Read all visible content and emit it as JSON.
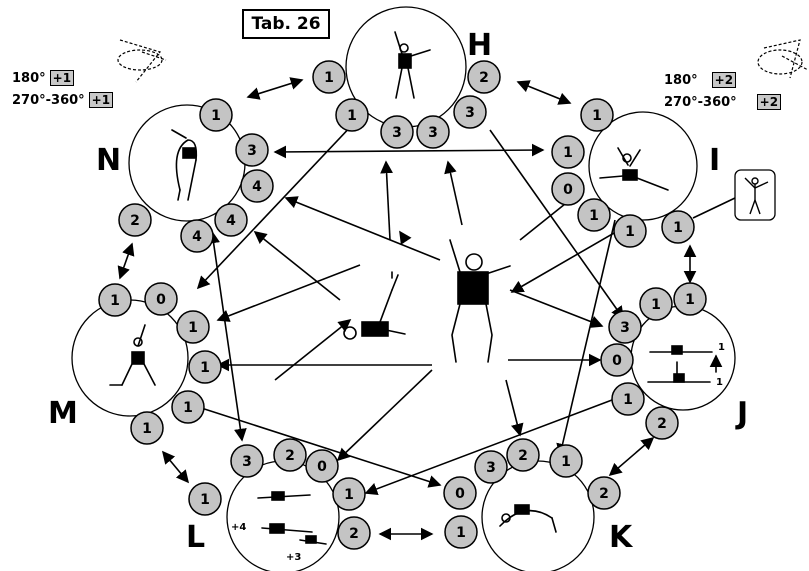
{
  "table_label": "Tab. 26",
  "stations": {
    "H": "H",
    "I": "I",
    "J": "J",
    "K": "K",
    "L": "L",
    "M": "M",
    "N": "N"
  },
  "left_rotation": {
    "line1_angle": "180°",
    "line1_bonus": "+1",
    "line2_angle": "270°-360°",
    "line2_bonus": "+1"
  },
  "right_rotation": {
    "line1_angle": "180°",
    "line1_bonus": "+2",
    "line2_angle": "270°-360°",
    "line2_bonus": "+2"
  },
  "station_notes": {
    "J_top": "1",
    "J_bottom": "1",
    "L_left": "+4",
    "L_bottom": "+3"
  },
  "badges": [
    {
      "id": "h1",
      "v": "1"
    },
    {
      "id": "h2",
      "v": "2"
    },
    {
      "id": "h3",
      "v": "1"
    },
    {
      "id": "h4",
      "v": "3"
    },
    {
      "id": "h5",
      "v": "3"
    },
    {
      "id": "h6",
      "v": "3"
    },
    {
      "id": "i1",
      "v": "1"
    },
    {
      "id": "i2",
      "v": "1"
    },
    {
      "id": "i3",
      "v": "0"
    },
    {
      "id": "i4",
      "v": "1"
    },
    {
      "id": "i5",
      "v": "1"
    },
    {
      "id": "i6",
      "v": "1"
    },
    {
      "id": "j1",
      "v": "1"
    },
    {
      "id": "j2",
      "v": "1"
    },
    {
      "id": "j3",
      "v": "3"
    },
    {
      "id": "j4",
      "v": "0"
    },
    {
      "id": "j5",
      "v": "1"
    },
    {
      "id": "j6",
      "v": "2"
    },
    {
      "id": "k1",
      "v": "3"
    },
    {
      "id": "k2",
      "v": "2"
    },
    {
      "id": "k3",
      "v": "1"
    },
    {
      "id": "k4",
      "v": "0"
    },
    {
      "id": "k5",
      "v": "1"
    },
    {
      "id": "k6",
      "v": "2"
    },
    {
      "id": "l1",
      "v": "3"
    },
    {
      "id": "l2",
      "v": "2"
    },
    {
      "id": "l3",
      "v": "0"
    },
    {
      "id": "l4",
      "v": "1"
    },
    {
      "id": "l5",
      "v": "1"
    },
    {
      "id": "l6",
      "v": "2"
    },
    {
      "id": "m1",
      "v": "1"
    },
    {
      "id": "m2",
      "v": "0"
    },
    {
      "id": "m3",
      "v": "1"
    },
    {
      "id": "m4",
      "v": "1"
    },
    {
      "id": "m5",
      "v": "1"
    },
    {
      "id": "m6",
      "v": "1"
    },
    {
      "id": "n1",
      "v": "1"
    },
    {
      "id": "n2",
      "v": "3"
    },
    {
      "id": "n3",
      "v": "4"
    },
    {
      "id": "n4",
      "v": "4"
    },
    {
      "id": "n5",
      "v": "4"
    },
    {
      "id": "n6",
      "v": "2"
    }
  ]
}
